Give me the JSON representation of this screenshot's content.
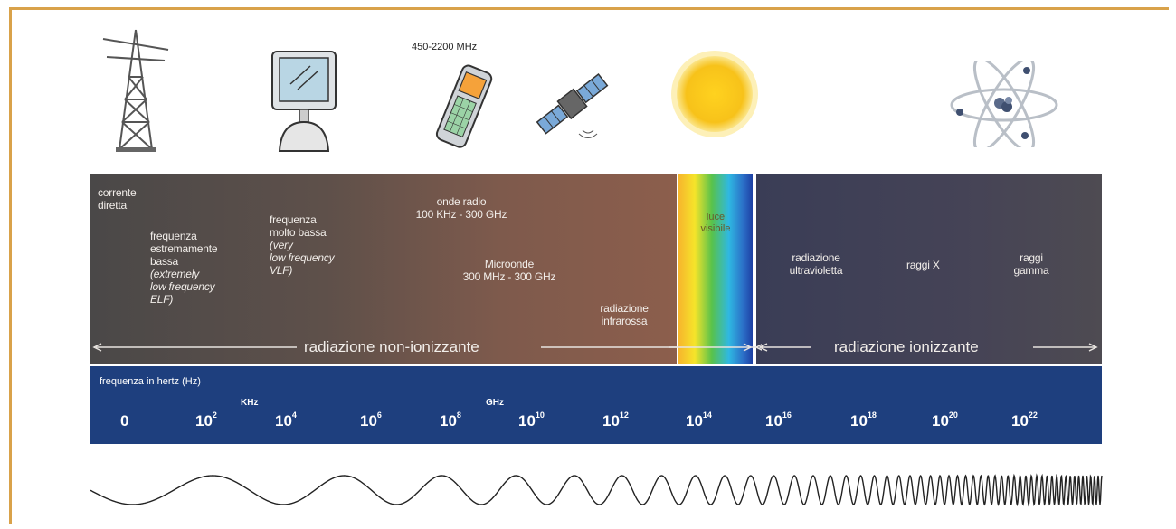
{
  "icons": [
    "antenna-tower",
    "computer-monitor",
    "mobile-phone",
    "satellite",
    "sun",
    "atom"
  ],
  "phone_label": "450-2200 MHz",
  "nonion": {
    "corrente": [
      "corrente",
      "diretta"
    ],
    "elf": [
      "frequenza",
      "estremamente",
      "bassa"
    ],
    "elf_it": [
      "(extremely",
      "low frequency",
      "ELF)"
    ],
    "vlf": [
      "frequenza",
      "molto bassa"
    ],
    "vlf_it": [
      "(very",
      "low frequency",
      "VLF)"
    ],
    "radio": [
      "onde radio",
      "100 KHz - 300 GHz"
    ],
    "micro": [
      "Microonde",
      "300 MHz - 300 GHz"
    ],
    "ir": [
      "radiazione",
      "infrarossa"
    ],
    "label": "radiazione non-ionizzante"
  },
  "visible": [
    "luce",
    "visibile"
  ],
  "ion": {
    "uv": [
      "radiazione",
      "ultravioletta"
    ],
    "x": "raggi X",
    "gamma": [
      "raggi",
      "gamma"
    ],
    "label": "radiazione ionizzante"
  },
  "freq": {
    "title": "frequenza in hertz (Hz)",
    "khz": "KHz",
    "ghz": "GHz",
    "zero": "0",
    "base": "10",
    "exps": [
      "2",
      "4",
      "6",
      "8",
      "10",
      "12",
      "14",
      "16",
      "18",
      "20",
      "22"
    ]
  },
  "colors": {
    "frame": "#d9a24a",
    "freq_band": "#1e3f7e",
    "sun": "#f7c21a"
  }
}
